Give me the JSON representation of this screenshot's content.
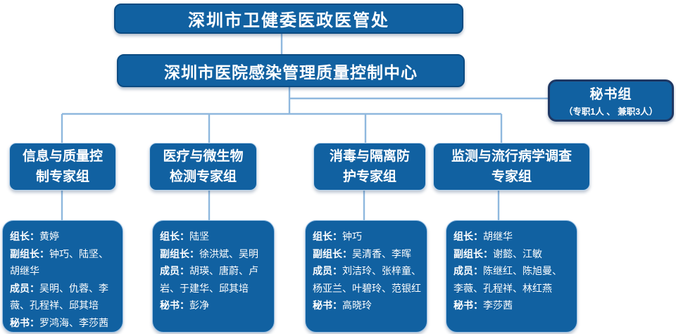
{
  "colors": {
    "node_fill": "#1161A1",
    "node_border_dark": "#0B4B82",
    "secretary_border": "#1F3864",
    "connector": "#8FB8DE",
    "text": "#FFFFFF",
    "background": "#FFFFFF"
  },
  "org": {
    "root_title": "深圳市卫健委医政医管处",
    "center_title": "深圳市医院感染管理质量控制中心",
    "secretary": {
      "title": "秘书组",
      "subtitle": "（专职1人 、  兼职3人）"
    }
  },
  "labels": {
    "leader": "组长：",
    "deputy": "副组长：",
    "members": "成员：",
    "secretary": "秘书："
  },
  "groups": [
    {
      "title_line1": "信息与质量控",
      "title_line2": "制专家组",
      "leader": "黄婷",
      "deputy": "钟巧、陆坚、胡继华",
      "members": "吴明、仇蓉、李薇、孔程祥、邱其培",
      "secretary": "罗鸿海、李莎茜"
    },
    {
      "title_line1": "医疗与微生物",
      "title_line2": "检测专家组",
      "leader": "陆坚",
      "deputy": "徐洪斌、吴明",
      "members": "胡瑛、唐蔚、卢岩、于建华、邱其培",
      "secretary": "彭净"
    },
    {
      "title_line1": "消毒与隔离防",
      "title_line2": "护专家组",
      "leader": "钟巧",
      "deputy": "吴清香、李晖",
      "members": "刘洁玲、张梓童、杨亚兰、叶碧玲、范银红",
      "secretary": "高晓玲"
    },
    {
      "title_line1": "监测与流行病学调查",
      "title_line2": "专家组",
      "leader": "胡继华",
      "deputy": "谢懿、江敏",
      "members": "陈继红、陈旭曼、李薇、孔程祥、林红燕",
      "secretary": "李莎茜"
    }
  ]
}
